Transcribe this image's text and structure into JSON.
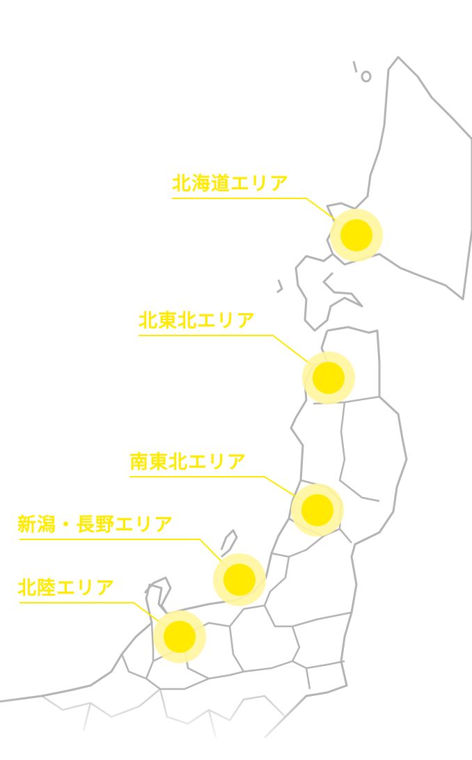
{
  "colors": {
    "accent": "#ffea00",
    "halo": "#fff59d",
    "outline": "#b0b0b0"
  },
  "areas": [
    {
      "label": "北海道エリア"
    },
    {
      "label": "北東北エリア"
    },
    {
      "label": "南東北エリア"
    },
    {
      "label": "新潟・長野エリア"
    },
    {
      "label": "北陸エリア"
    }
  ]
}
